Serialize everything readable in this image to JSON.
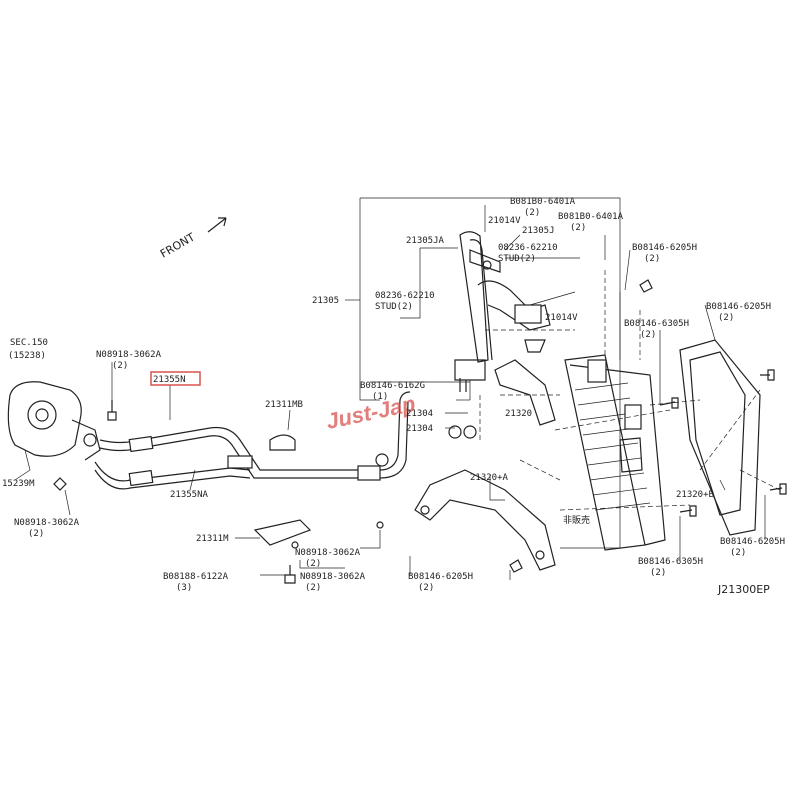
{
  "diagram": {
    "code": "J21300EP",
    "front_label": "FRONT",
    "watermark": "Just-Jap",
    "non_sale_mark": "非販売",
    "highlight_color": "#d9534f",
    "labels": {
      "sec150": "SEC.150",
      "sec150_ref": "(15238)",
      "l15239m": "15239M",
      "n_3062a_top": "N08918-3062A",
      "n_3062a_top_qty": "(2)",
      "n_3062a_left": "N08918-3062A",
      "n_3062a_left_qty": "(2)",
      "p21355n": "21355N",
      "p21355na": "21355NA",
      "p21311mb": "21311MB",
      "p21311m": "21311M",
      "n_3062a_mid1": "N08918-3062A",
      "n_3062a_mid1_qty": "(2)",
      "n_3062a_mid2": "N08918-3062A",
      "n_3062a_mid2_qty": "(2)",
      "b_6122a": "B08188-6122A",
      "b_6122a_qty": "(3)",
      "b_6205h_bot": "B08146-6205H",
      "b_6205h_bot_qty": "(2)",
      "p21305": "21305",
      "p21305ja": "21305JA",
      "p21305j": "21305J",
      "b_6401a_1": "B081B0-6401A",
      "b_6401a_1_qty": "(2)",
      "b_6401a_2": "B081B0-6401A",
      "b_6401a_2_qty": "(2)",
      "p21014v_1": "21014V",
      "p21014v_2": "21014V",
      "stud_a": "08236-62210",
      "stud_a_sub": "STUD(2)",
      "stud_b": "08236-62210",
      "stud_b_sub": "STUD(2)",
      "b_6162g": "B08146-6162G",
      "b_6162g_qty": "(1)",
      "p21304_1": "21304",
      "p21304_2": "21304",
      "p21320": "21320",
      "p21320a": "21320+A",
      "p21320b": "21320+B",
      "b_6205h_top": "B08146-6205H",
      "b_6205h_top_qty": "(2)",
      "b_6305h_mid": "B08146-6305H",
      "b_6305h_mid_qty": "(2)",
      "b_6205h_right": "B08146-6205H",
      "b_6205h_right_qty": "(2)",
      "b_6205h_right2": "B08146-6205H",
      "b_6205h_right2_qty": "(2)",
      "b_6305h_bot": "B08146-6305H",
      "b_6305h_bot_qty": "(2)"
    }
  }
}
